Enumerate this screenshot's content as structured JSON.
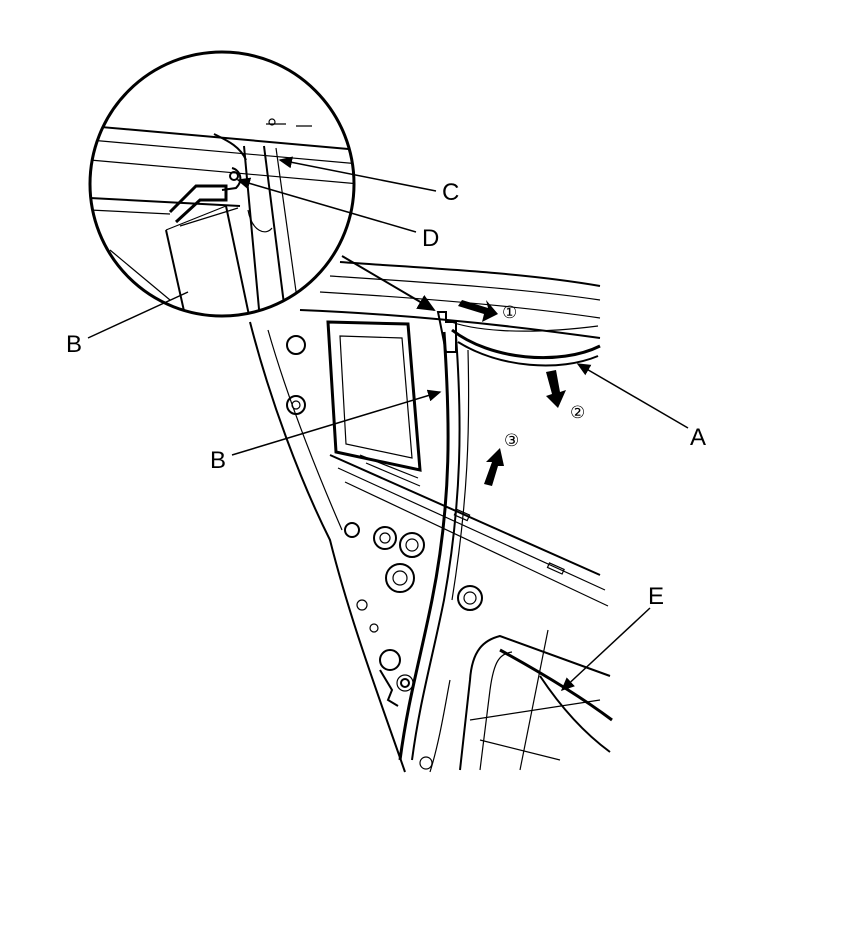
{
  "callouts": {
    "a": "A",
    "b_detail": "B",
    "b_main": "B",
    "c": "C",
    "d": "D",
    "e": "E"
  },
  "steps": {
    "s1": "①",
    "s2": "②",
    "s3": "③"
  }
}
